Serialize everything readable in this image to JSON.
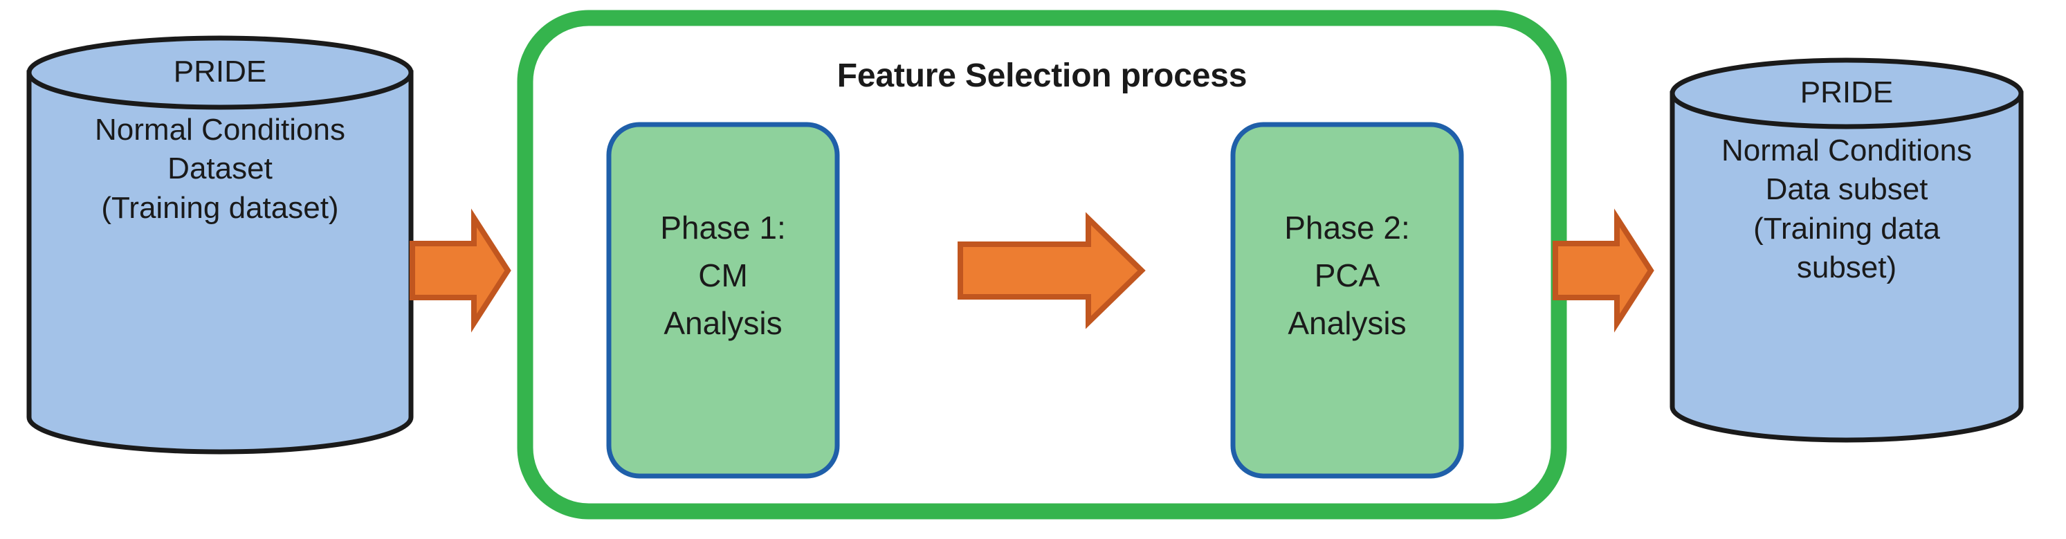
{
  "diagram": {
    "type": "flowchart",
    "background": "#ffffff",
    "colors": {
      "cylinder_fill": "#A3C2E8",
      "cylinder_stroke": "#1a1a1a",
      "phase_box_fill": "#8ED19C",
      "phase_box_stroke": "#1F5FA9",
      "group_border": "#35B44D",
      "arrow_fill": "#ED7D31",
      "arrow_stroke": "#C1561F",
      "text": "#1a1a1a"
    },
    "nodes": {
      "source_db": {
        "shape": "cylinder",
        "title": "PRIDE",
        "body": "Normal Conditions\nDataset\n(Training dataset)"
      },
      "group": {
        "shape": "rounded-rect-outline",
        "title": "Feature Selection process"
      },
      "phase1": {
        "shape": "rounded-rect",
        "label": "Phase 1:\nCM\nAnalysis"
      },
      "phase2": {
        "shape": "rounded-rect",
        "label": "Phase 2:\nPCA\nAnalysis"
      },
      "target_db": {
        "shape": "cylinder",
        "title": "PRIDE",
        "body": "Normal Conditions\nData subset\n(Training data\nsubset)"
      }
    },
    "arrows": [
      {
        "name": "arrow-source-to-group",
        "direction": "right"
      },
      {
        "name": "arrow-phase1-to-phase2",
        "direction": "right"
      },
      {
        "name": "arrow-group-to-target",
        "direction": "right"
      }
    ]
  }
}
